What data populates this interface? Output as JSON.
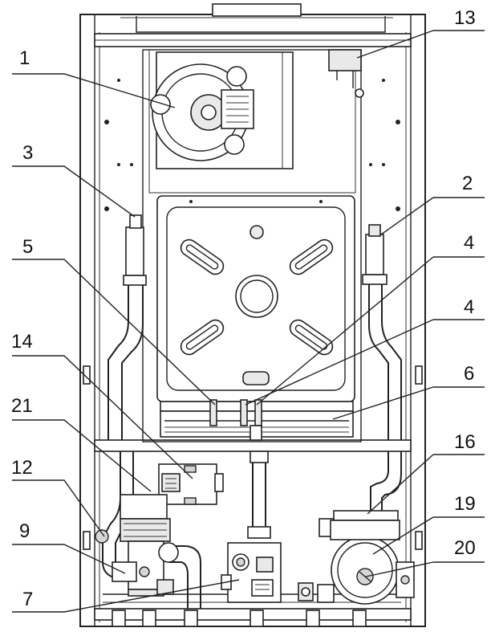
{
  "callouts": [
    "1",
    "13",
    "3",
    "2",
    "5",
    "4",
    "4",
    "14",
    "6",
    "21",
    "16",
    "12",
    "19",
    "9",
    "20",
    "7"
  ]
}
